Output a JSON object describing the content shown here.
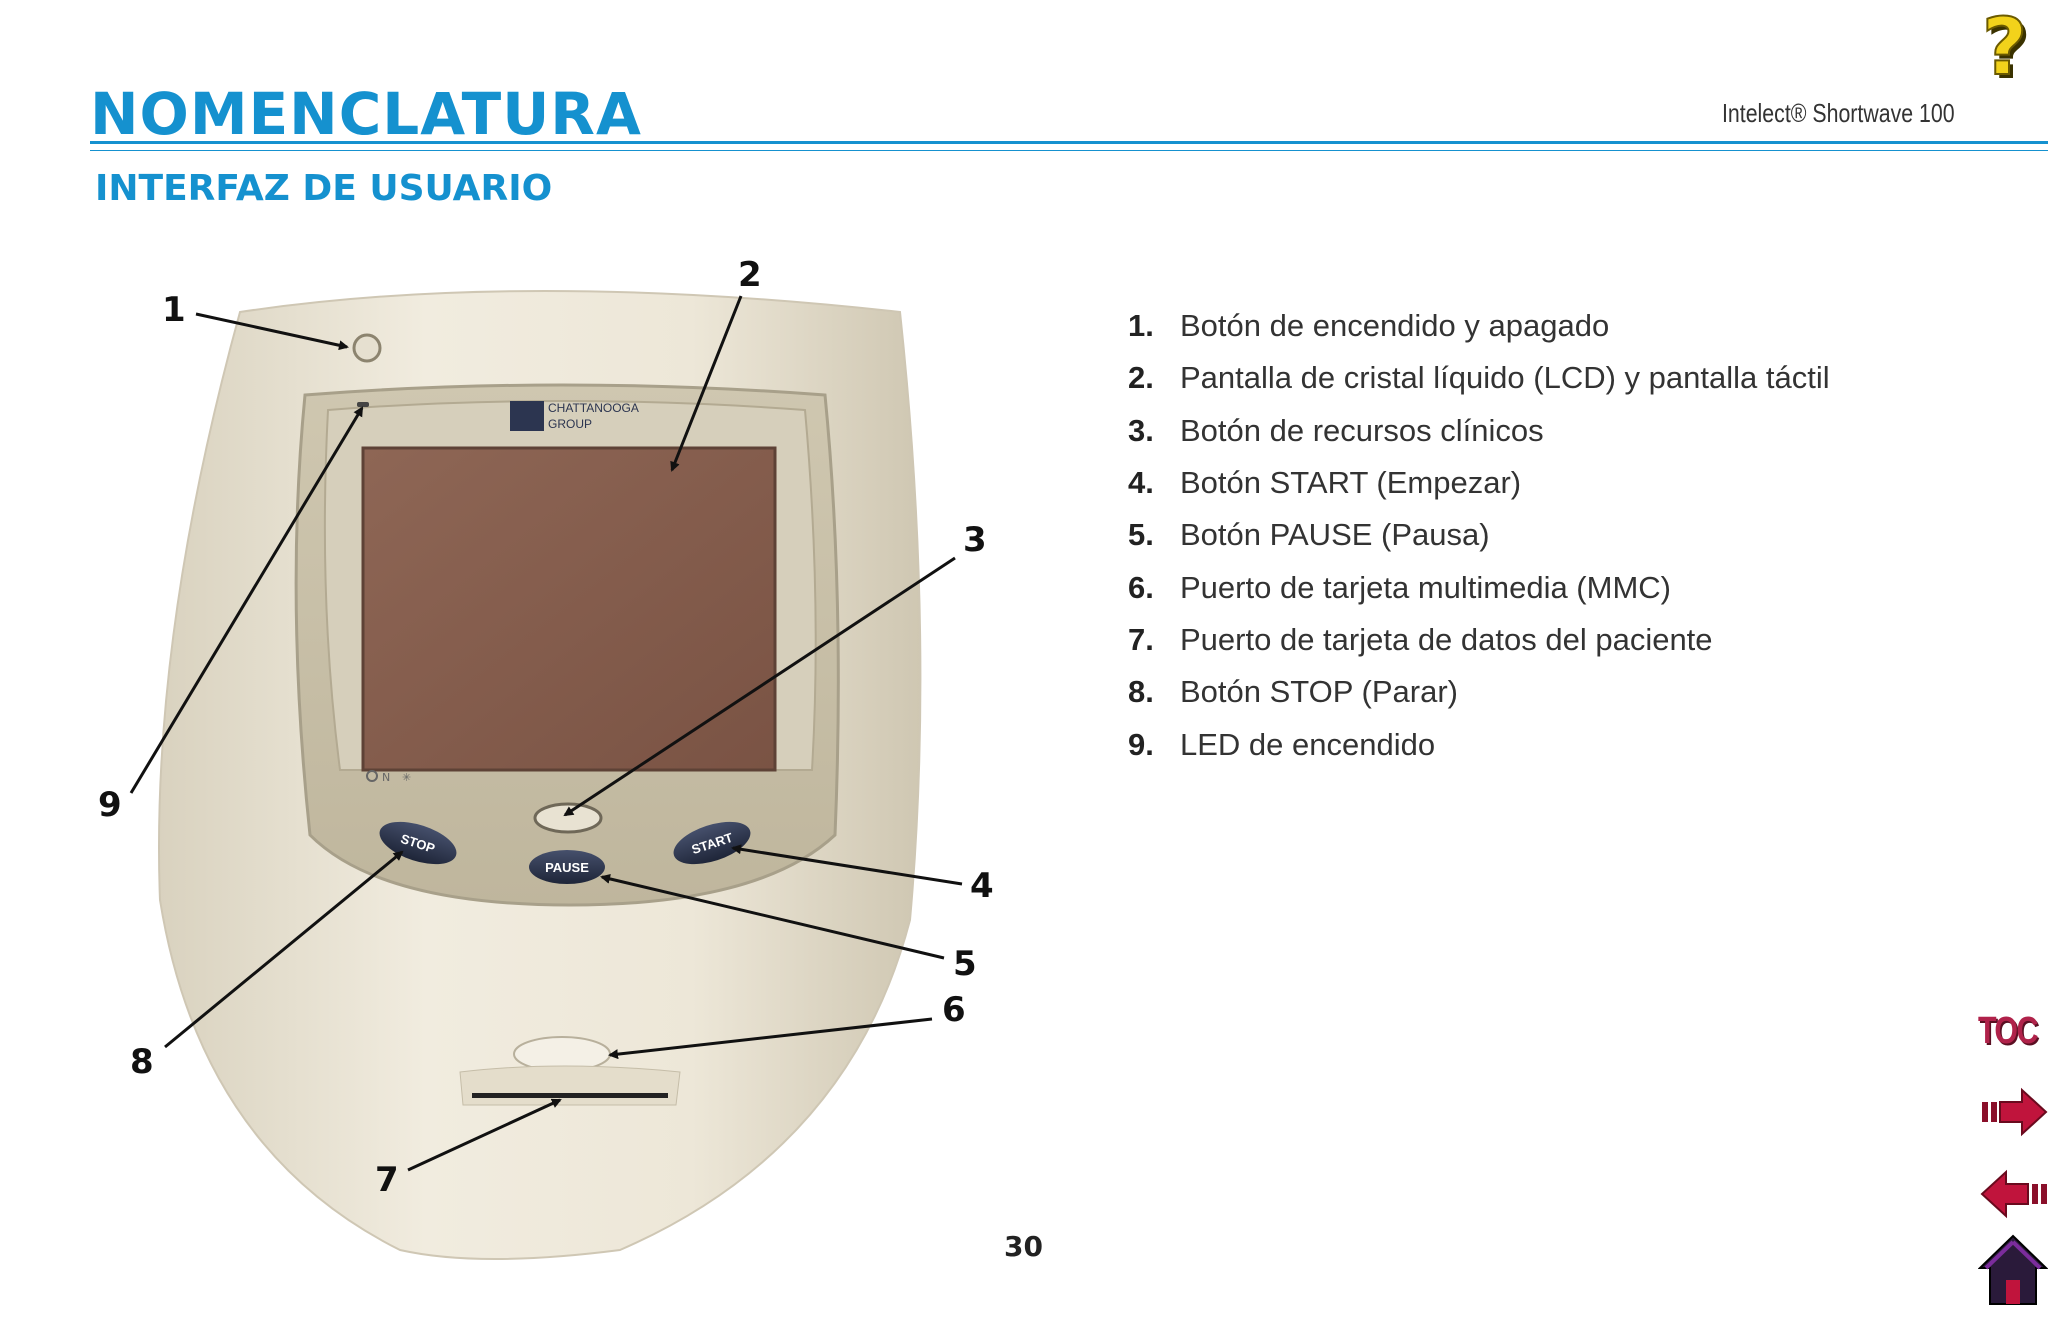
{
  "header": {
    "title": "NOMENCLATURA",
    "product": "Intelect® Shortwave 100",
    "subtitle": "INTERFAZ DE USUARIO"
  },
  "device": {
    "logo_line1": "CHATTANOOGA",
    "logo_line2": "GROUP",
    "stop_label": "STOP",
    "pause_label": "PAUSE",
    "start_label": "START"
  },
  "callouts": [
    "1",
    "2",
    "3",
    "4",
    "5",
    "6",
    "7",
    "8",
    "9"
  ],
  "legend": [
    {
      "num": "1.",
      "text": "Botón de encendido y apagado"
    },
    {
      "num": "2.",
      "text": "Pantalla de cristal líquido (LCD) y pantalla táctil"
    },
    {
      "num": "3.",
      "text": "Botón de recursos clínicos"
    },
    {
      "num": "4.",
      "text": "Botón START (Empezar)"
    },
    {
      "num": "5.",
      "text": "Botón PAUSE (Pausa)"
    },
    {
      "num": "6.",
      "text": "Puerto de tarjeta multimedia (MMC)"
    },
    {
      "num": "7.",
      "text": "Puerto de tarjeta de datos del paciente"
    },
    {
      "num": "8.",
      "text": "Botón STOP (Parar)"
    },
    {
      "num": "9.",
      "text": "LED de encendido"
    }
  ],
  "page_number": "30",
  "nav": {
    "toc_label": "TOC",
    "help_icon": "question-mark-icon",
    "next_icon": "arrow-right-icon",
    "prev_icon": "arrow-left-icon",
    "home_icon": "home-icon"
  },
  "colors": {
    "accent": "#1591cf",
    "device_body": "#ece6d6",
    "screen": "#8a6050",
    "button": "#2c3550",
    "nav_red": "#c0143c"
  }
}
